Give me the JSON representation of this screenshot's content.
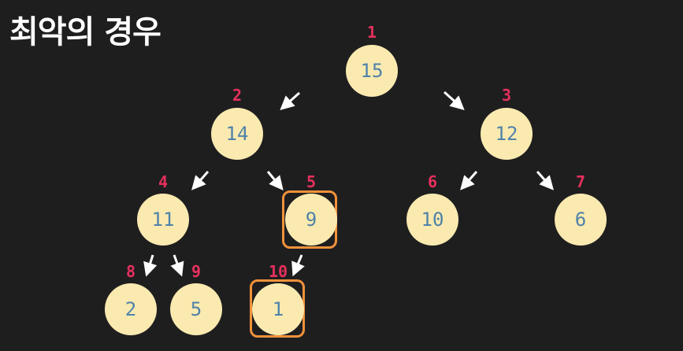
{
  "title": "최악의 경우",
  "colors": {
    "background": "#1f1e1f",
    "node_fill": "#faeab0",
    "node_text": "#4f82a8",
    "index_text": "#e5305c",
    "highlight": "#f0923a",
    "arrow": "#ffffff"
  },
  "nodes": [
    {
      "index": "1",
      "value": "15"
    },
    {
      "index": "2",
      "value": "14"
    },
    {
      "index": "3",
      "value": "12"
    },
    {
      "index": "4",
      "value": "11"
    },
    {
      "index": "5",
      "value": "9"
    },
    {
      "index": "6",
      "value": "10"
    },
    {
      "index": "7",
      "value": "6"
    },
    {
      "index": "8",
      "value": "2"
    },
    {
      "index": "9",
      "value": "5"
    },
    {
      "index": "10",
      "value": "1"
    }
  ],
  "highlighted_indices": [
    "5",
    "10"
  ]
}
